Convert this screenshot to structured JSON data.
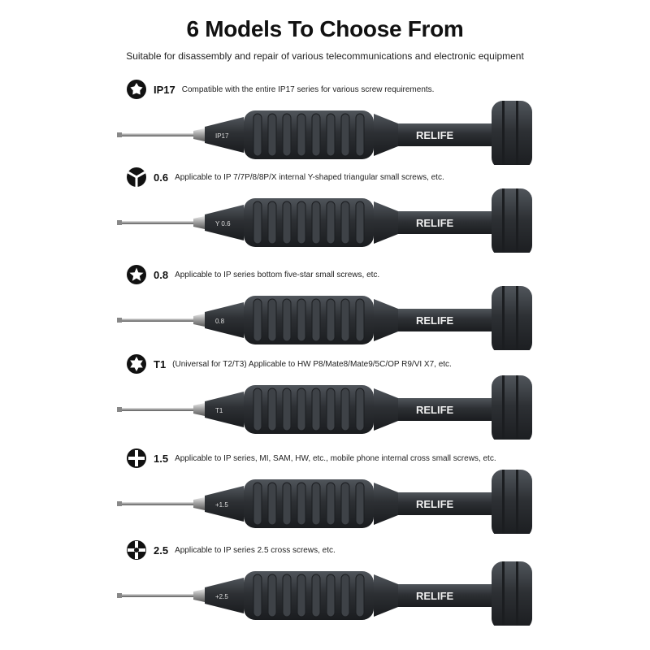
{
  "header": {
    "title": "6 Models To Choose From",
    "subtitle": "Suitable for disassembly and repair of various telecommunications and electronic equipment"
  },
  "colors": {
    "handle": "#2d3034",
    "handle_light": "#50555b",
    "text": "#111111"
  },
  "models": [
    {
      "code": "IP17",
      "icon": "pentalobe-icon",
      "handle_mark": "IP17",
      "brand": "RELIFE",
      "description": "Compatible with the entire IP17 series for various screw requirements."
    },
    {
      "code": "0.6",
      "icon": "tri-wing-icon",
      "handle_mark": "Y 0.6",
      "brand": "RELIFE",
      "description": "Applicable to IP 7/7P/8/8P/X internal Y-shaped triangular small screws, etc."
    },
    {
      "code": "0.8",
      "icon": "star-icon",
      "handle_mark": "0.8",
      "brand": "RELIFE",
      "description": "Applicable to IP series bottom five-star small screws, etc."
    },
    {
      "code": "T1",
      "icon": "torx-icon",
      "handle_mark": "T1",
      "brand": "RELIFE",
      "description": "(Universal for T2/T3) Applicable to HW P8/Mate8/Mate9/5C/OP R9/VI X7, etc."
    },
    {
      "code": "1.5",
      "icon": "cross-icon",
      "handle_mark": "+1.5",
      "brand": "RELIFE",
      "description": "Applicable to IP series, MI, SAM, HW, etc., mobile phone internal cross small screws, etc."
    },
    {
      "code": "2.5",
      "icon": "cross-circle-icon",
      "handle_mark": "+2.5",
      "brand": "RELIFE",
      "description": "Applicable to IP series 2.5 cross screws, etc."
    }
  ]
}
